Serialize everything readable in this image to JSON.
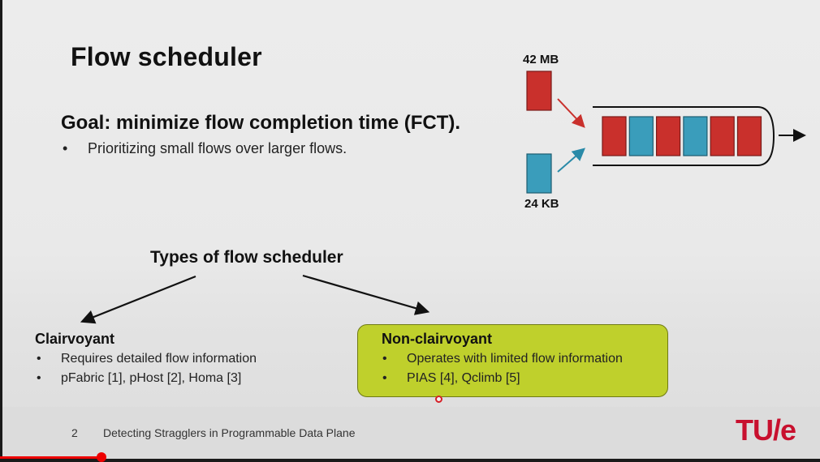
{
  "slide": {
    "title": "Flow scheduler",
    "goal": "Goal: minimize flow completion time (FCT).",
    "goal_bullets": [
      "Prioritizing small flows over larger flows."
    ],
    "bullet_char": "•",
    "diagram": {
      "large_flow_label": "42 MB",
      "small_flow_label": "24 KB",
      "queue_colors": [
        "red",
        "blue",
        "red",
        "blue",
        "red",
        "red"
      ],
      "colors": {
        "red": "#c9302c",
        "blue": "#3a9dbb"
      }
    },
    "types": {
      "title": "Types of flow scheduler",
      "clairvoyant": {
        "heading": "Clairvoyant",
        "items": [
          "Requires detailed flow information",
          "pFabric [1], pHost [2], Homa [3]"
        ]
      },
      "non_clairvoyant": {
        "heading": "Non-clairvoyant",
        "items": [
          "Operates with limited flow information",
          "PIAS [4], Qclimb [5]"
        ],
        "box_color": "#bfd02c"
      }
    }
  },
  "footer": {
    "page_number": "2",
    "text": "Detecting Stragglers in Programmable Data Plane",
    "logo": "TU/e",
    "logo_color": "#c8102e"
  }
}
